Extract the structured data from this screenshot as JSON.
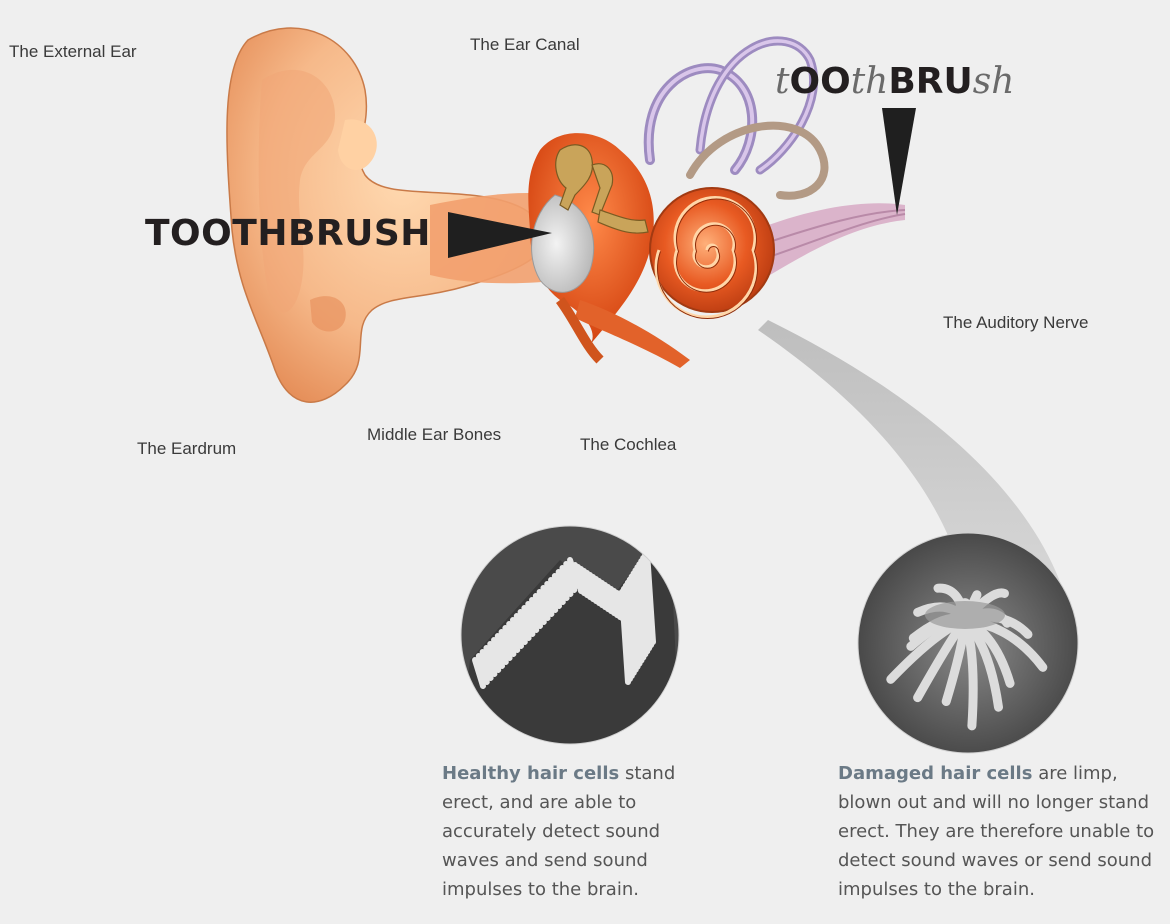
{
  "labels": {
    "external_ear": "The External Ear",
    "ear_canal": "The Ear Canal",
    "auditory_nerve": "The Auditory Nerve",
    "eardrum": "The Eardrum",
    "middle_ear_bones": "Middle Ear Bones",
    "cochlea": "The Cochlea"
  },
  "word_left": "TOOTHBRUSH",
  "word_right_parts": [
    {
      "text": "t",
      "style": "serif-italic"
    },
    {
      "text": "OO",
      "style": "bold"
    },
    {
      "text": "th",
      "style": "serif-italic"
    },
    {
      "text": "BRU",
      "style": "bold"
    },
    {
      "text": "sh",
      "style": "serif-italic"
    }
  ],
  "healthy": {
    "highlight": "Healthy hair cells",
    "lines": [
      "stand",
      "erect, and are able to",
      "accurately detect sound",
      "waves and send sound",
      "impulses to the brain."
    ]
  },
  "damaged": {
    "highlight": "Damaged hair cells",
    "lines": [
      "are limp,",
      "blown out and will no longer stand",
      "erect. They are therefore unable to",
      "detect sound waves or send sound",
      "impulses to the brain."
    ]
  },
  "colors": {
    "background": "#efefef",
    "skin": "#f6b98a",
    "tissue": "#e9581f",
    "highlight_text": "#6b7a86"
  }
}
